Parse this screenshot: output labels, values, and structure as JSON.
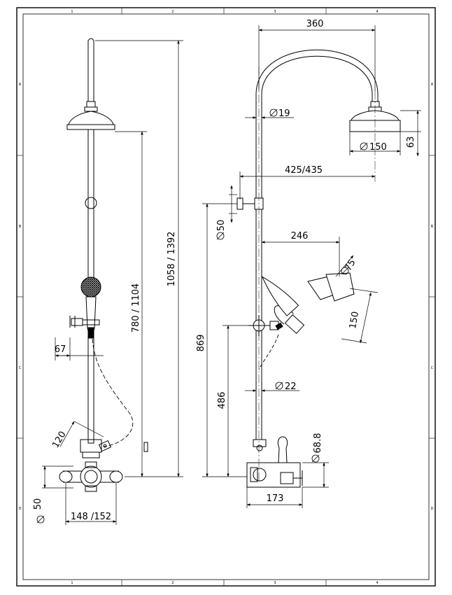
{
  "frame": {
    "columns": [
      "1",
      "2",
      "3",
      "4"
    ],
    "rows": [
      "A",
      "B",
      "C",
      "D"
    ]
  },
  "front_view": {
    "dims": {
      "total_height": "1058 / 1392",
      "rail_height": "780 / 1104",
      "arm_offset": "67",
      "handset_angle": "120",
      "connector_dia": "50",
      "centres": "148 /152"
    }
  },
  "side_view": {
    "dims": {
      "arm_reach": "360",
      "riser_dia": "19",
      "head_dia": "150",
      "head_height": "63",
      "projection": "425/435",
      "bracket_dia": "50",
      "handset_reach": "246",
      "handset_dia": "75",
      "handset_length": "150",
      "bracket_height": "869",
      "slider_height": "486",
      "hose_dia": "22",
      "valve_dia": "68.8",
      "valve_depth": "173"
    }
  }
}
